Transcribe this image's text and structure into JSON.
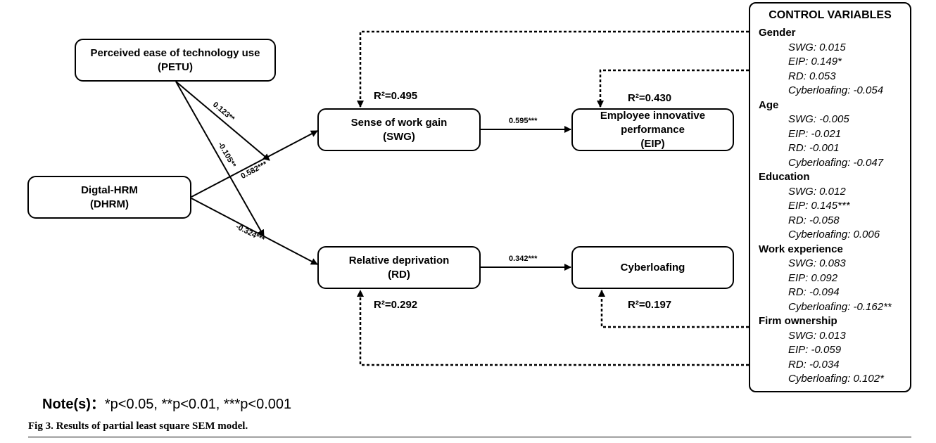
{
  "nodes": {
    "petu": {
      "name": "Perceived ease of technology use",
      "abbr": "(PETU)"
    },
    "dhrm": {
      "name": "Digtal-HRM",
      "abbr": "(DHRM)"
    },
    "swg": {
      "name": "Sense of work gain",
      "abbr": "(SWG)",
      "r2": "R²=0.495"
    },
    "rd": {
      "name": "Relative deprivation",
      "abbr": "(RD)",
      "r2": "R²=0.292"
    },
    "eip": {
      "name1": "Employee innovative",
      "name2": "performance",
      "abbr": "(EIP)",
      "r2": "R²=0.430"
    },
    "cyber": {
      "name": "Cyberloafing",
      "r2": "R²=0.197"
    }
  },
  "paths": {
    "petu_swg": "0.123**",
    "petu_rd": "-0.105**",
    "dhrm_swg": "0.582***",
    "dhrm_rd": "-0.324***",
    "swg_eip": "0.595***",
    "rd_cyber": "0.342***"
  },
  "controls": {
    "title": "CONTROL VARIABLES",
    "groups": [
      {
        "name": "Gender",
        "items": [
          "SWG: 0.015",
          "EIP: 0.149*",
          "RD: 0.053",
          "Cyberloafing: -0.054"
        ]
      },
      {
        "name": "Age",
        "items": [
          "SWG: -0.005",
          "EIP: -0.021",
          "RD: -0.001",
          "Cyberloafing: -0.047"
        ]
      },
      {
        "name": "Education",
        "items": [
          "SWG: 0.012",
          "EIP: 0.145***",
          "RD: -0.058",
          "Cyberloafing: 0.006"
        ]
      },
      {
        "name": "Work experience",
        "items": [
          "SWG: 0.083",
          "EIP: 0.092",
          "RD: -0.094",
          "Cyberloafing: -0.162**"
        ]
      },
      {
        "name": "Firm ownership",
        "items": [
          "SWG: 0.013",
          "EIP: -0.059",
          "RD: -0.034",
          "Cyberloafing: 0.102*"
        ]
      }
    ]
  },
  "note": {
    "label": "Note(s)：",
    "text": "*p<0.05, **p<0.01, ***p<0.001"
  },
  "caption": "Fig 3. Results of partial least square SEM model."
}
